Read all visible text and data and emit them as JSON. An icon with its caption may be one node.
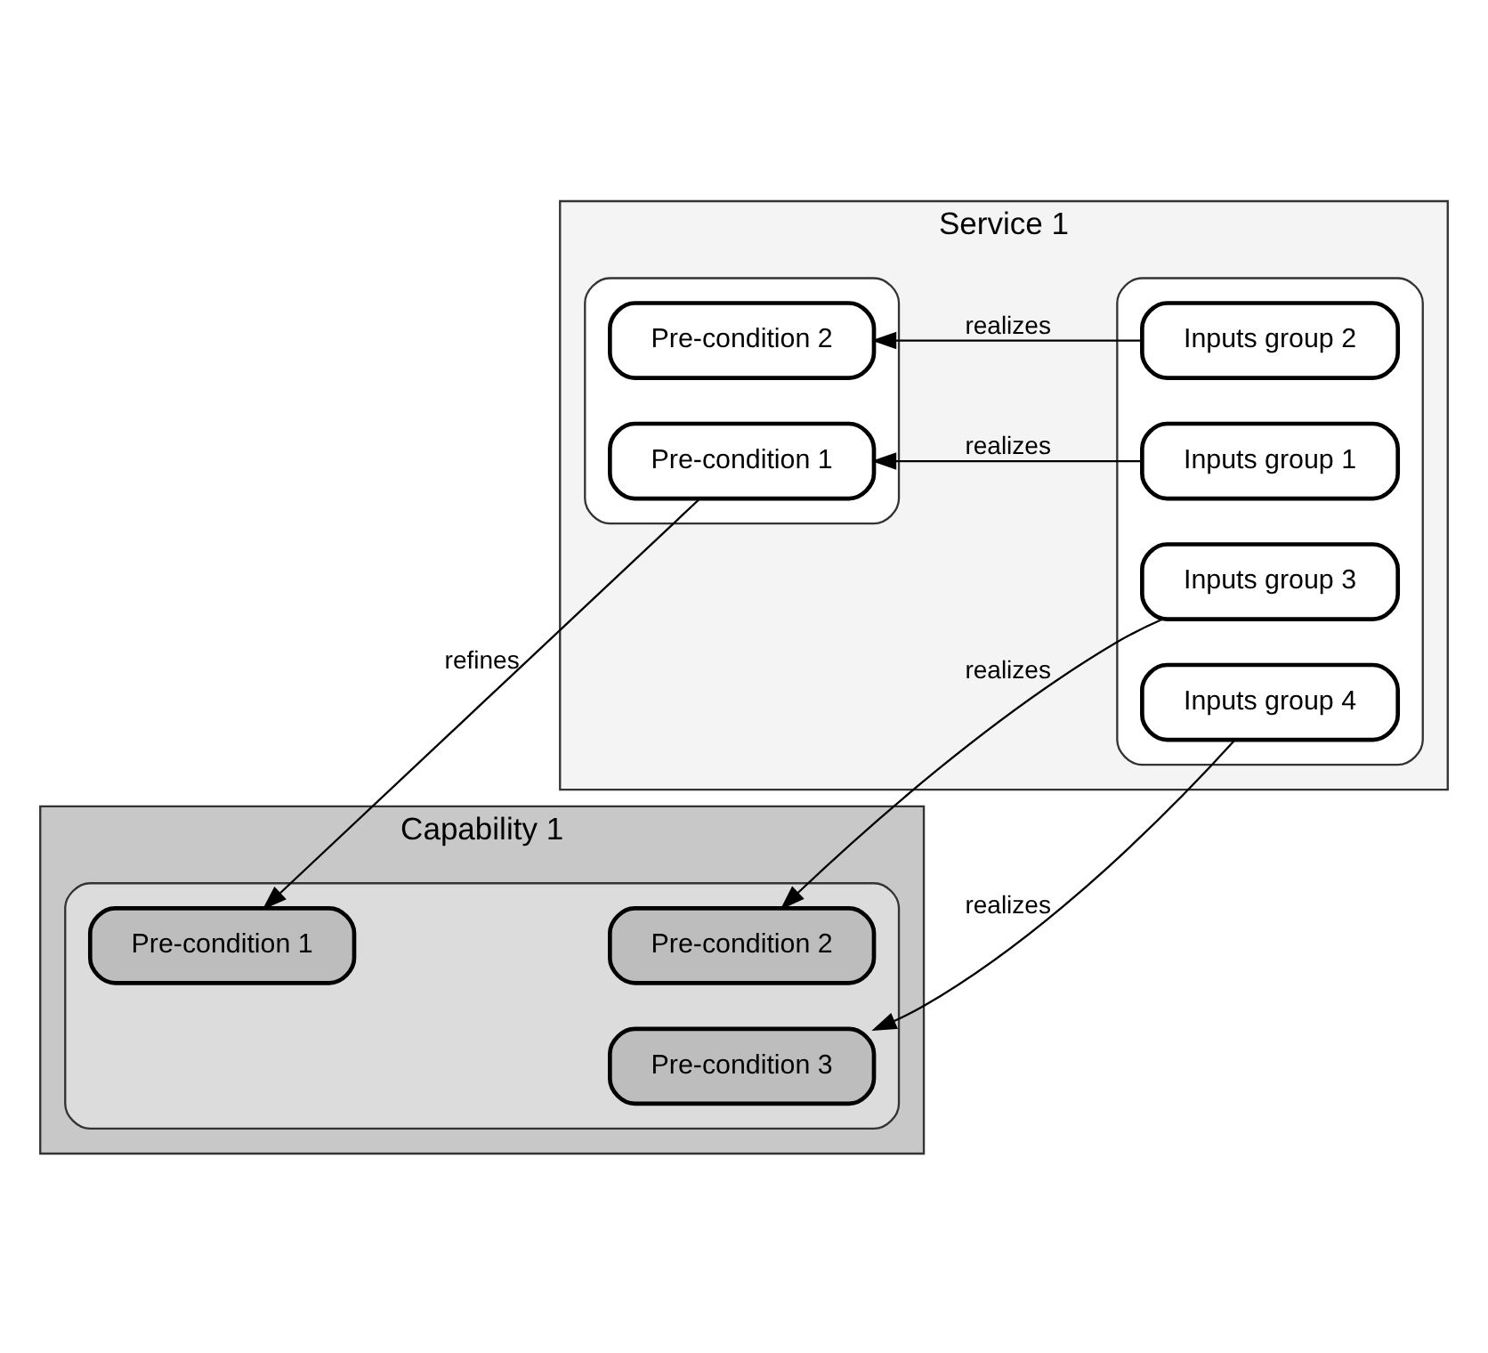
{
  "diagram": {
    "nodes": [
      {
        "text": [
          "Capability 1"
        ]
      },
      {
        "text": [],
        "shape": "box",
        "in": 0
      },
      {
        "text": [
          "Pre-condition 1"
        ],
        "in": 1
      },
      {
        "text": [
          "Pre-condition 2"
        ],
        "in": 1
      },
      {
        "text": [
          "Pre-condition 3"
        ],
        "in": 1
      },
      {
        "text": [
          "Service 1"
        ]
      },
      {
        "text": [],
        "shape": "box",
        "in": 5
      },
      {
        "text": [
          "Pre-condition 1"
        ],
        "in": 6
      },
      {
        "text": [
          "Pre-condition 2"
        ],
        "in": 6
      },
      {
        "text": [],
        "shape": "box",
        "in": 5
      },
      {
        "text": [
          "Inputs group 1"
        ],
        "in": 9
      },
      {
        "text": [
          "Inputs group 2"
        ],
        "in": 9
      },
      {
        "text": [
          "Inputs group 3"
        ],
        "in": 9
      },
      {
        "text": [
          "Inputs group 4"
        ],
        "in": 9
      }
    ],
    "edges": [
      {
        "from": 7,
        "to": 2,
        "arrow": "to",
        "label": "refines"
      },
      {
        "from": 12,
        "to": 3,
        "arrow": "to",
        "label": "realizes"
      },
      {
        "from": 13,
        "to": 4,
        "arrow": "to",
        "label": "realizes"
      },
      {
        "from": 11,
        "to": 8,
        "arrow": "to",
        "label": "realizes"
      },
      {
        "from": 10,
        "to": 7,
        "arrow": "to",
        "label": "realizes"
      }
    ]
  }
}
